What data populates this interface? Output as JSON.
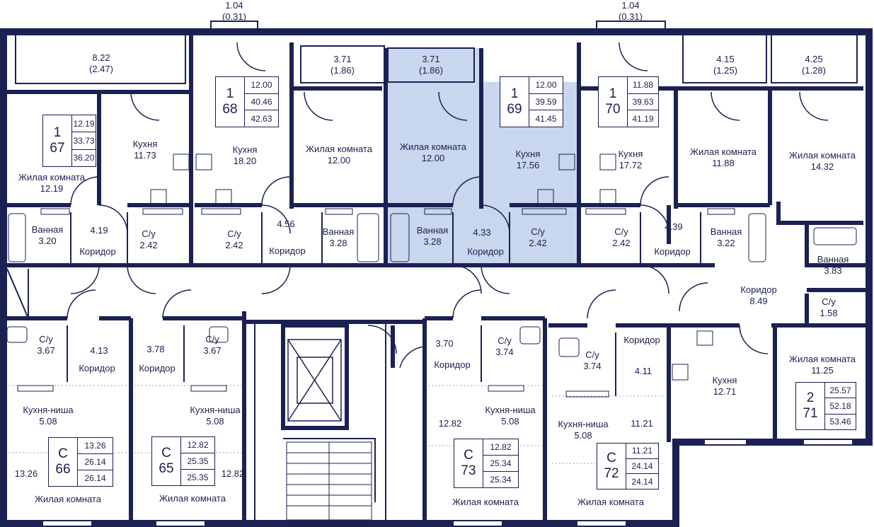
{
  "colors": {
    "wall": "#1b2152",
    "highlight": "#c8d6ee",
    "line": "#1b1f4f"
  },
  "balconies": [
    {
      "area": "8.22",
      "sub": "(2.47)"
    },
    {
      "area": "1.04",
      "sub": "(0.31)"
    },
    {
      "area": "3.71",
      "sub": "(1.86)"
    },
    {
      "area": "3.71",
      "sub": "(1.86)"
    },
    {
      "area": "1.04",
      "sub": "(0.31)"
    },
    {
      "area": "4.15",
      "sub": "(1.25)"
    },
    {
      "area": "4.25",
      "sub": "(1.28)"
    }
  ],
  "apartments": {
    "a67": {
      "rooms": "1",
      "number": "67",
      "values": [
        "12.19",
        "33.73",
        "36.20"
      ]
    },
    "a68": {
      "rooms": "1",
      "number": "68",
      "values": [
        "12.00",
        "40.46",
        "42.63"
      ]
    },
    "a69": {
      "rooms": "1",
      "number": "69",
      "values": [
        "12.00",
        "39.59",
        "41.45"
      ]
    },
    "a70": {
      "rooms": "1",
      "number": "70",
      "values": [
        "11.88",
        "39.63",
        "41.19"
      ]
    },
    "a71": {
      "rooms": "2",
      "number": "71",
      "values": [
        "25.57",
        "52.18",
        "53.46"
      ]
    },
    "a66": {
      "rooms": "С",
      "number": "66",
      "values": [
        "13.26",
        "26.14",
        "26.14"
      ]
    },
    "a65": {
      "rooms": "С",
      "number": "65",
      "values": [
        "12.82",
        "25.35",
        "25.35"
      ]
    },
    "a73": {
      "rooms": "С",
      "number": "73",
      "values": [
        "12.82",
        "25.34",
        "25.34"
      ]
    },
    "a72": {
      "rooms": "С",
      "number": "72",
      "values": [
        "11.21",
        "24.14",
        "24.14"
      ]
    }
  },
  "rooms": {
    "r67_living": {
      "name": "Жилая комната",
      "area": "12.19"
    },
    "r67_kitchen": {
      "name": "Кухня",
      "area": "11.73"
    },
    "r67_bath": {
      "name": "Ванная",
      "area": "3.20"
    },
    "r67_corr": {
      "name": "Коридор",
      "area": "4.19"
    },
    "r67_wc": {
      "name": "С/у",
      "area": "2.42"
    },
    "r68_kitchen": {
      "name": "Кухня",
      "area": "18.20"
    },
    "r68_wc": {
      "name": "С/у",
      "area": "2.42"
    },
    "r68_corr": {
      "name": "Коридор",
      "area": "4.56"
    },
    "r68_living": {
      "name": "Жилая комната",
      "area": "12.00"
    },
    "r68_bath": {
      "name": "Ванная",
      "area": "3.28"
    },
    "r69_living": {
      "name": "Жилая комната",
      "area": "12.00"
    },
    "r69_kitchen": {
      "name": "Кухня",
      "area": "17.56"
    },
    "r69_bath": {
      "name": "Ванная",
      "area": "3.28"
    },
    "r69_corr": {
      "name": "Коридор",
      "area": "4.33"
    },
    "r69_wc": {
      "name": "С/у",
      "area": "2.42"
    },
    "r70_kitchen": {
      "name": "Кухня",
      "area": "17.72"
    },
    "r70_wc": {
      "name": "С/у",
      "area": "2.42"
    },
    "r70_corr": {
      "name": "Коридор",
      "area": "4.39"
    },
    "r70_living": {
      "name": "Жилая комната",
      "area": "11.88"
    },
    "r70_bath": {
      "name": "Ванная",
      "area": "3.22"
    },
    "r71_living1": {
      "name": "Жилая комната",
      "area": "14.32"
    },
    "r71_bath": {
      "name": "Ванная",
      "area": "3.83"
    },
    "r71_corr": {
      "name": "Коридор",
      "area": "8.49"
    },
    "r71_wc": {
      "name": "С/у",
      "area": "1.58"
    },
    "r71_kitchen": {
      "name": "Кухня",
      "area": "12.71"
    },
    "r71_living2": {
      "name": "Жилая комната",
      "area": "11.25"
    },
    "r66_wc": {
      "name": "С/у",
      "area": "3.67"
    },
    "r66_corr": {
      "name": "Коридор",
      "area": "4.13"
    },
    "r66_niche": {
      "name": "Кухня-ниша",
      "area": "5.08"
    },
    "r66_living_area": "13.26",
    "r66_living_name": "Жилая комната",
    "r65_corr": {
      "name": "Коридор",
      "area": "3.78"
    },
    "r65_wc": {
      "name": "С/у",
      "area": "3.67"
    },
    "r65_niche": {
      "name": "Кухня-ниша",
      "area": "5.08"
    },
    "r65_living_area": "12.82",
    "r65_living_name": "Жилая комната",
    "r73_corr": {
      "name": "Коридор",
      "area": "3.70"
    },
    "r73_wc": {
      "name": "С/у",
      "area": "3.74"
    },
    "r73_living_area": "12.82",
    "r73_niche": {
      "name": "Кухня-ниша",
      "area": "5.08"
    },
    "r73_living_name": "Жилая комната",
    "r72_corr": {
      "name": "Коридор",
      "area": "4.11"
    },
    "r72_wc": {
      "name": "С/у",
      "area": "3.74"
    },
    "r72_niche": {
      "name": "Кухня-ниша",
      "area": "5.08"
    },
    "r72_living_area": "11.21",
    "r72_living_name": "Жилая комната"
  }
}
